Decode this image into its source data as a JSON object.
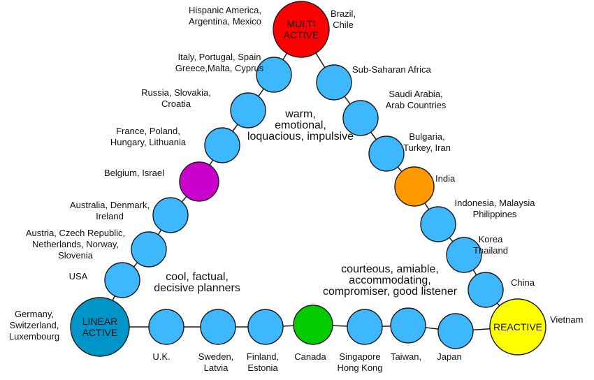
{
  "title": "Lewis Model of Cultural Types",
  "colors": {
    "node": "#3DB8FF",
    "linear_active": "#0095C8",
    "multi_active": "#FF0000",
    "reactive": "#FFFF00",
    "hybrid_linear_multi": "#CC00CC",
    "hybrid_multi_reactive": "#FF9900",
    "hybrid_linear_reactive": "#00CC00"
  },
  "corners": {
    "multi_active": {
      "label_lines": [
        "MULTI",
        "ACTIVE"
      ],
      "countries_left": [
        "Hispanic America,",
        "Argentina, Mexico"
      ],
      "countries_right": [
        "Brazil,",
        "Chile"
      ]
    },
    "linear_active": {
      "label_lines": [
        "LINEAR",
        "ACTIVE"
      ],
      "countries": [
        "Germany,",
        "Switzerland,",
        "Luxembourg"
      ]
    },
    "reactive": {
      "label_lines": [
        "REACTIVE"
      ],
      "countries": [
        "Vietnam"
      ]
    }
  },
  "traits": {
    "multi_active": [
      "warm,",
      "emotional,",
      "loquacious, impulsive"
    ],
    "linear_active": [
      "cool, factual,",
      "decisive planners"
    ],
    "reactive": [
      "courteous, amiable,",
      "accommodating,",
      "compromiser, good listener"
    ]
  },
  "left_edge": [
    {
      "countries": [
        "Italy, Portugal, Spain",
        "Greece,Malta, Cyprus"
      ],
      "type": "node"
    },
    {
      "countries": [
        "Russia, Slovakia,",
        "Croatia"
      ],
      "type": "node"
    },
    {
      "countries": [
        "France, Poland,",
        "Hungary, Lithuania"
      ],
      "type": "node"
    },
    {
      "countries": [
        "Belgium, Israel"
      ],
      "type": "hybrid_linear_multi"
    },
    {
      "countries": [
        "Australia, Denmark,",
        "Ireland"
      ],
      "type": "node"
    },
    {
      "countries": [
        "Austria, Czech Republic,",
        "Netherlands, Norway,",
        "Slovenia"
      ],
      "type": "node"
    },
    {
      "countries": [
        "USA"
      ],
      "type": "node"
    }
  ],
  "right_edge": [
    {
      "countries": [
        "Sub-Saharan Africa"
      ],
      "type": "node"
    },
    {
      "countries": [
        "Saudi Arabia,",
        "Arab Countries"
      ],
      "type": "node"
    },
    {
      "countries": [
        "Bulgaria,",
        "Turkey, Iran"
      ],
      "type": "node"
    },
    {
      "countries": [
        "India"
      ],
      "type": "hybrid_multi_reactive"
    },
    {
      "countries": [
        "Indonesia, Malaysia",
        "Philippines"
      ],
      "type": "node"
    },
    {
      "countries": [
        "Korea",
        "Thailand"
      ],
      "type": "node"
    },
    {
      "countries": [
        "China"
      ],
      "type": "node"
    }
  ],
  "bottom_edge": [
    {
      "countries": [
        "U.K."
      ],
      "type": "node"
    },
    {
      "countries": [
        "Sweden,",
        "Latvia"
      ],
      "type": "node"
    },
    {
      "countries": [
        "Finland,",
        "Estonia"
      ],
      "type": "node"
    },
    {
      "countries": [
        "Canada"
      ],
      "type": "hybrid_linear_reactive"
    },
    {
      "countries": [
        "Singapore",
        "Hong Kong"
      ],
      "type": "node"
    },
    {
      "countries": [
        "Taiwan,"
      ],
      "type": "node"
    },
    {
      "countries": [
        "Japan"
      ],
      "type": "node"
    }
  ]
}
